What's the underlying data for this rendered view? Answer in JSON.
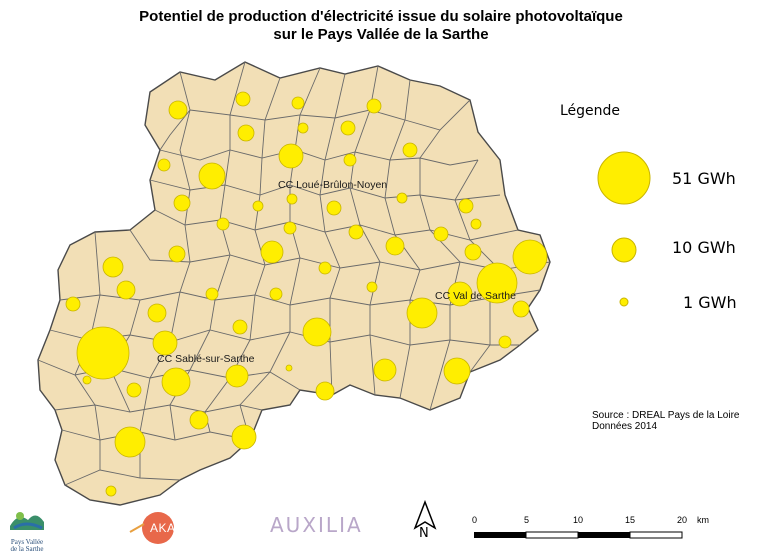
{
  "title": {
    "line1": "Potentiel de production d'électricité issue du solaire photovoltaïque",
    "line2": "sur le Pays Vallée de la Sarthe"
  },
  "legend": {
    "title": "Légende",
    "items": [
      {
        "label": "51 GWh",
        "value": 51
      },
      {
        "label": "10 GWh",
        "value": 10
      },
      {
        "label": "1 GWh",
        "value": 1
      }
    ]
  },
  "map_labels": {
    "loue": "CC Loué-Brûlon-Noyen",
    "val": "CC Val de Sarthe",
    "sable": "CC Sablé-sur-Sarthe"
  },
  "source": {
    "line1": "Source : DREAL Pays de la Loire",
    "line2": "Données 2014"
  },
  "scale": {
    "ticks": [
      "0",
      "5",
      "10",
      "15",
      "20"
    ],
    "unit": "km"
  },
  "north_label": "N",
  "logos": {
    "pays_line1": "Pays Vallée",
    "pays_line2": "de la Sarthe",
    "akajoule": "AKAJOULE",
    "auxilia": "AUXILIA"
  },
  "colors": {
    "land": "#f2dfb6",
    "border": "#5a5a5a",
    "bubble": "#ffee00",
    "bubble_stroke": "#c8b400"
  }
}
